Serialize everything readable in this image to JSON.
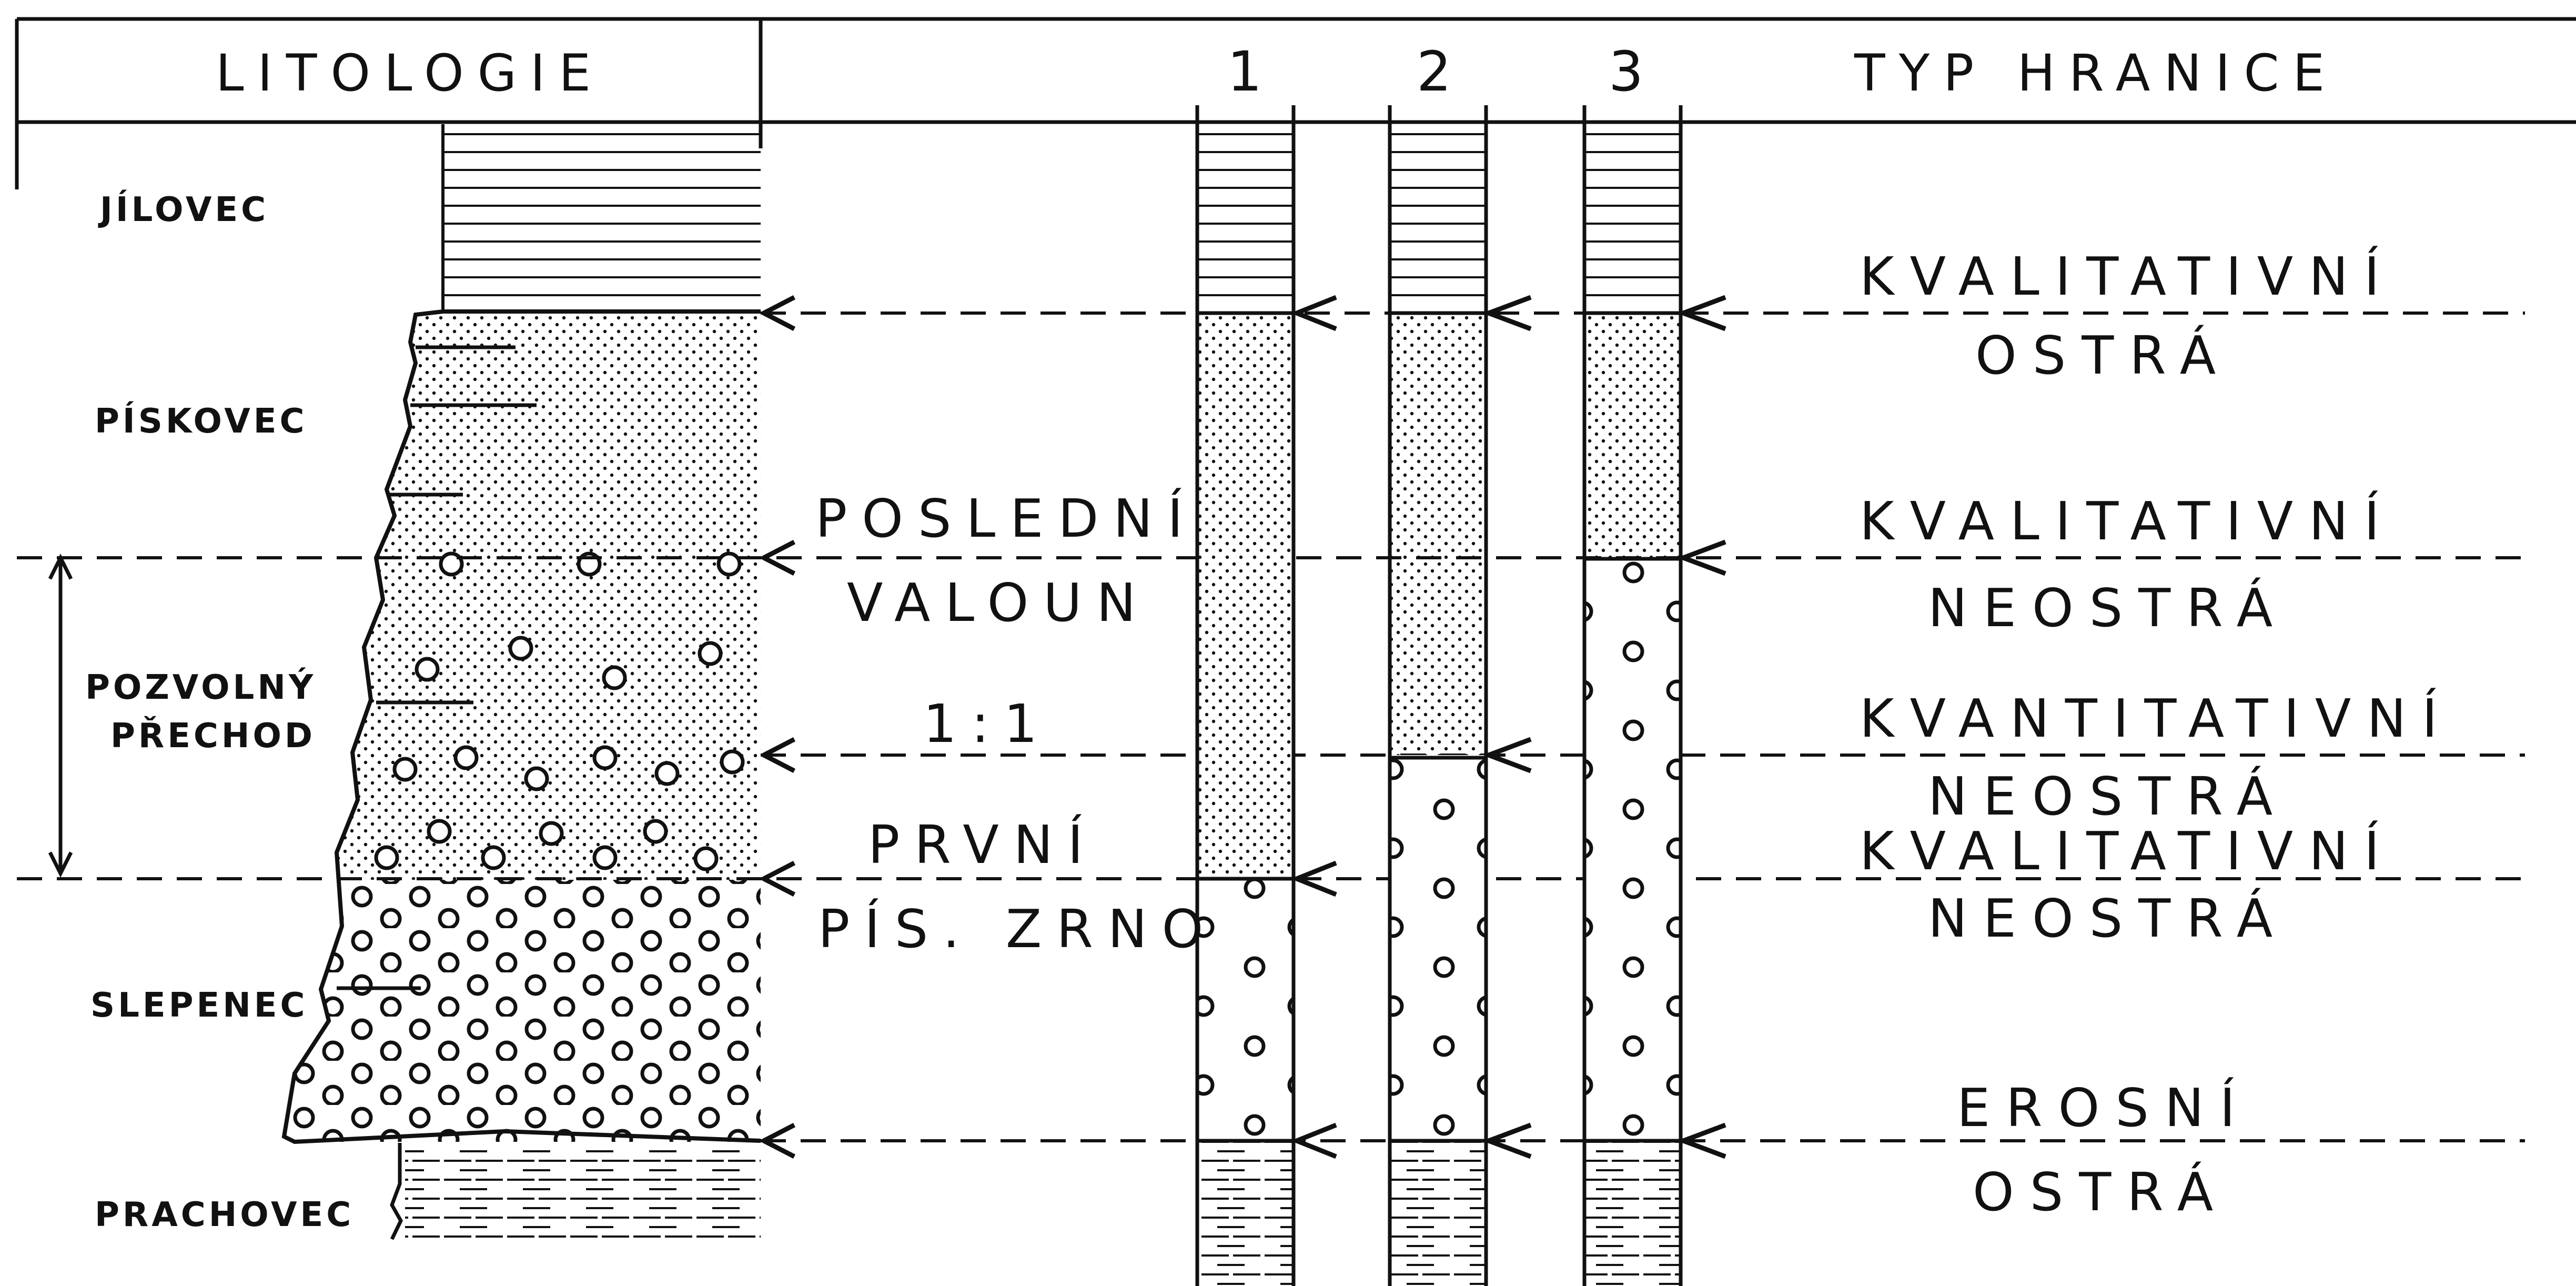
{
  "header": {
    "lithology": "LITOLOGIE",
    "col1": "1",
    "col2": "2",
    "col3": "3",
    "boundary_type": "TYP HRANICE"
  },
  "rock_labels": {
    "claystone": "JÍLOVEC",
    "sandstone": "PÍSKOVEC",
    "transition_1": "POZVOLNÝ",
    "transition_2": "PŘECHOD",
    "conglomerate": "SLEPENEC",
    "siltstone": "PRACHOVEC"
  },
  "middle_labels": {
    "last_1": "POSLEDNÍ",
    "last_2": "VALOUN",
    "ratio": "1:1",
    "first_1": "PRVNÍ",
    "first_2": "PÍS. ZRNO"
  },
  "boundaries": [
    {
      "kind": "KVALITATIVNÍ",
      "sharpness": "OSTRÁ"
    },
    {
      "kind": "KVALITATIVNÍ",
      "sharpness": "NEOSTRÁ"
    },
    {
      "kind": "KVANTITATIVNÍ",
      "sharpness": "NEOSTRÁ"
    },
    {
      "kind": "KVALITATIVNÍ",
      "sharpness": "NEOSTRÁ"
    },
    {
      "kind": "EROSNÍ",
      "sharpness": "OSTRÁ"
    }
  ]
}
